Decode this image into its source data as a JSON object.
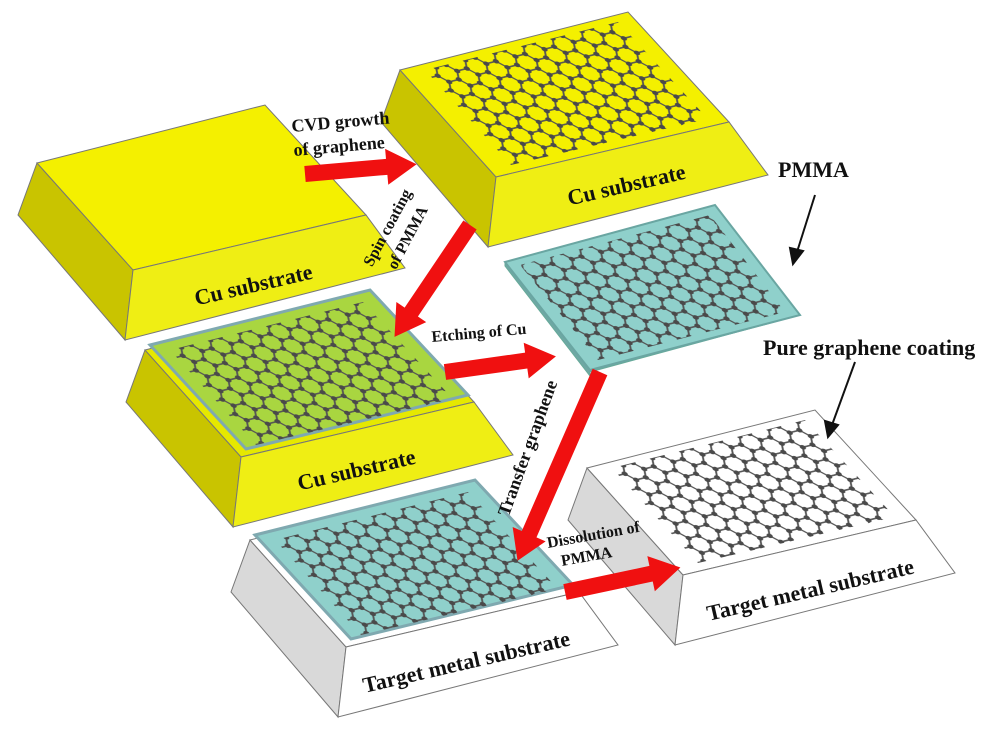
{
  "colors": {
    "copper_top": "#f4f000",
    "copper_front": "#efee14",
    "copper_side": "#c9c400",
    "pmma_green": "#a9d640",
    "pmma_teal": "#8fd0cb",
    "target_face": "#ffffff",
    "target_side": "#d9d9d9",
    "arrow_red": "#f01010",
    "graphene_atom": "#555555"
  },
  "blocks": {
    "cu_plain": {
      "label": "Cu substrate"
    },
    "cu_graphene": {
      "label": "Cu substrate"
    },
    "cu_pmma": {
      "label": "Cu substrate"
    },
    "target_pmma": {
      "label": "Target metal substrate"
    },
    "target_pure": {
      "label": "Target metal substrate"
    }
  },
  "steps": {
    "cvd": {
      "line1": "CVD growth",
      "line2": "of graphene"
    },
    "spin": {
      "line1": "Spin coating",
      "line2": "of PMMA"
    },
    "etch": {
      "label": "Etching of Cu"
    },
    "transfer": {
      "label": "Transfer graphene"
    },
    "dissolve": {
      "line1": "Dissolution of",
      "line2": "PMMA"
    }
  },
  "callouts": {
    "pmma": "PMMA",
    "pure": "Pure graphene coating"
  }
}
